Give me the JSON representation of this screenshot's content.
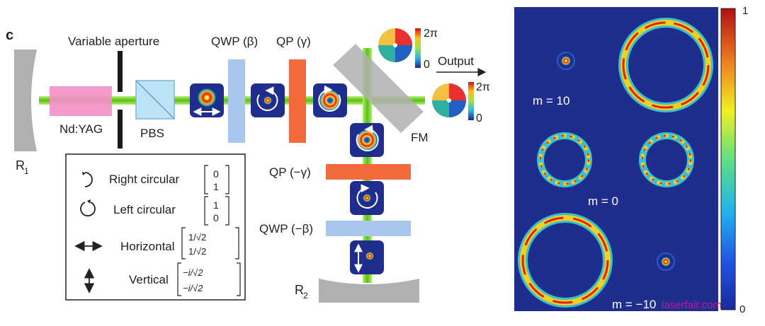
{
  "diagram": {
    "panel_label": "c",
    "components": {
      "variable_aperture": "Variable aperture",
      "qwp_beta": "QWP (β)",
      "qp_gamma": "QP (γ)",
      "output": "Output",
      "nd_yag": "Nd:YAG",
      "pbs": "PBS",
      "fm": "FM",
      "r1": "R",
      "r1_sub": "1",
      "r2": "R",
      "r2_sub": "2",
      "qp_neg_gamma": "QP (−γ)",
      "qwp_neg_beta": "QWP (−β)"
    },
    "phase_scale_top": {
      "max": "2π",
      "min": "0"
    },
    "phase_scale_right": {
      "max": "2π",
      "min": "0"
    },
    "legend": [
      {
        "label": "Right circular",
        "vector": [
          "0",
          "1"
        ]
      },
      {
        "label": "Left circular",
        "vector": [
          "1",
          "0"
        ]
      },
      {
        "label": "Horizontal",
        "vector": [
          "1/√2",
          "1/√2"
        ]
      },
      {
        "label": "Vertical",
        "vector": [
          "−i/√2",
          "−i/√2"
        ]
      }
    ]
  },
  "intensity_panel": {
    "labels": {
      "m_pos": "m = 10",
      "m_zero": "m = 0",
      "m_neg": "m = −10"
    },
    "colorbar": {
      "max": "1",
      "min": "0"
    },
    "watermark": "laserfair.com"
  },
  "colors": {
    "beam": "#7ed321",
    "crystal": "#f48fc8",
    "pbs": "#bde3f7",
    "qwp": "#a9c6ec",
    "qp": "#f26a3d",
    "mirror": "#b0b0b0",
    "panel_bg": "#1f2e8c"
  }
}
